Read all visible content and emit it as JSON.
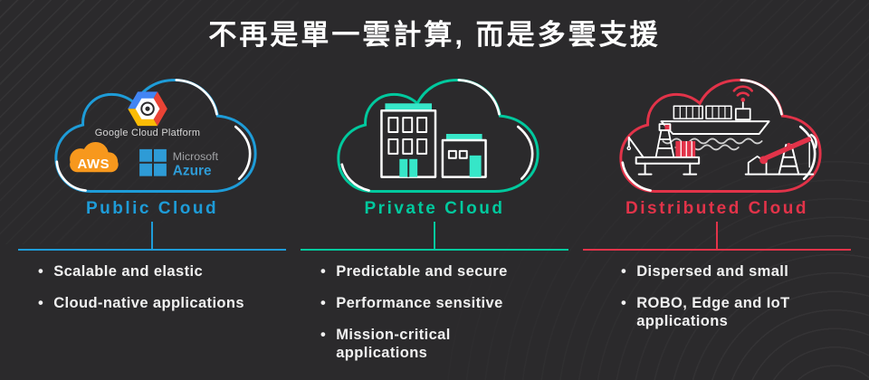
{
  "title": "不再是單一雲計算, 而是多雲支援",
  "colors": {
    "background": "#2B2A2C",
    "title_text": "#FFFFFF",
    "body_text": "#F1F1F1",
    "highlight_white": "#FFFFFF",
    "public_accent": "#1E9CD8",
    "private_accent": "#00C99E",
    "private_window_fill": "#36E6C8",
    "distributed_accent": "#E23349",
    "aws_orange": "#F7981D",
    "azure_blue": "#2E9BD6",
    "microsoft_gray": "#A0A2A5",
    "gcp_blue": "#4285F4",
    "gcp_red": "#EA4335",
    "gcp_yellow": "#FBBC05"
  },
  "columns": [
    {
      "label": "Public Cloud",
      "accent": "#1E9CD8",
      "bullets": [
        "Scalable and elastic",
        "Cloud-native applications"
      ],
      "logos": {
        "gcp": "Google Cloud Platform",
        "aws": "AWS",
        "microsoft": "Microsoft",
        "azure": "Azure"
      },
      "icons": [
        "gcp-hexagon-logo",
        "aws-cloud-logo",
        "microsoft-window-logo"
      ]
    },
    {
      "label": "Private Cloud",
      "accent": "#00C99E",
      "bullets": [
        "Predictable and secure",
        "Performance sensitive",
        "Mission-critical applications"
      ],
      "icons": [
        "office-buildings-icon"
      ]
    },
    {
      "label": "Distributed Cloud",
      "accent": "#E23349",
      "bullets": [
        "Dispersed and small",
        "ROBO, Edge and IoT applications"
      ],
      "icons": [
        "wifi-signal-icon",
        "cargo-ship-icon",
        "oil-rig-icon",
        "pump-jack-icon"
      ]
    }
  ]
}
